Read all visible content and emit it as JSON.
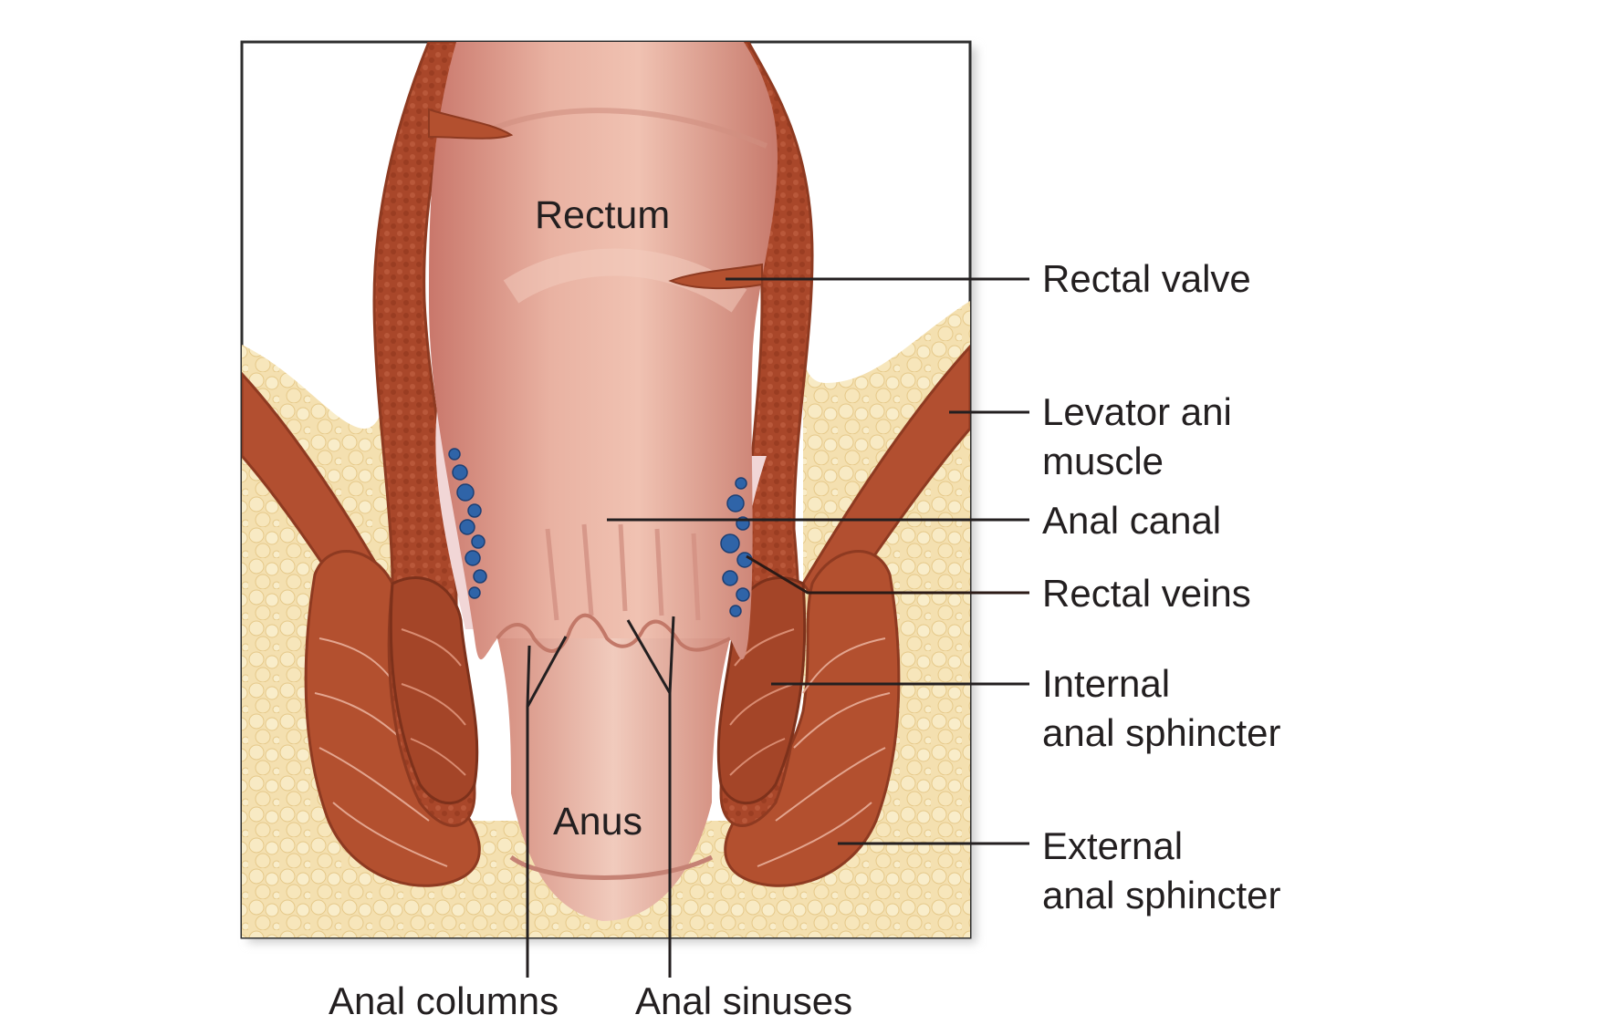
{
  "labels": {
    "rectum": "Rectum",
    "anus": "Anus",
    "rectal_valve": "Rectal valve",
    "levator_ani_line1": "Levator ani",
    "levator_ani_line2": "muscle",
    "anal_canal": "Anal canal",
    "rectal_veins": "Rectal veins",
    "internal_sphincter_line1": "Internal",
    "internal_sphincter_line2": "anal sphincter",
    "external_sphincter_line1": "External",
    "external_sphincter_line2": "anal sphincter",
    "anal_columns": "Anal columns",
    "anal_sinuses": "Anal sinuses"
  },
  "colors": {
    "frame": "#2e2e2e",
    "fat": "#f3deaa",
    "muscle": "#b4502e",
    "muscle_dark": "#8e3a21",
    "lumen": "#e2a391",
    "mucosa_light": "#f2cfc2",
    "vein": "#2f64a8",
    "text": "#231f20"
  }
}
